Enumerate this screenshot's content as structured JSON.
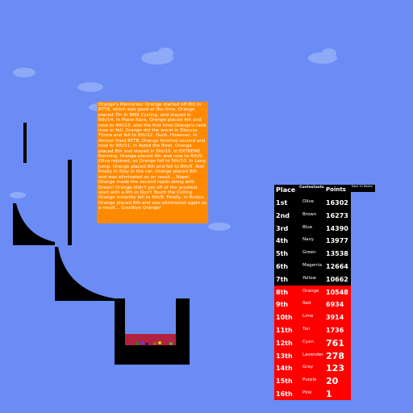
{
  "colors": {
    "sky": "#6a8cf4",
    "memo_bg": "#ff8a00",
    "active_row": "#000000",
    "eliminated_row": "#ff0000",
    "pit_liquid": "#b0223e"
  },
  "memo": {
    "text": "Orange's Memories: Orange started off 8th in RTTB, which was good at the time. Orange placed 7th in BMX Cycling, and stayed in 8th/14. In Plane Race, Orange placed 4th and rose to 4th/13, also the first time Orange's rank rose or fell. Orange did the worst in Discuss Throw and fell to 8th/12. Ouch. However, in Almost Hard RTTB, Orange finished second and rose to 9th/11. In Avoid the Bowl, Orange placed 8th and stayed in 5th/10. In EXTREME Running, Orange placed 4th and rose to 4th/9. Olive rejoined, so Orange fell to 5th/10. In Long Jump, Orange placed 6th and fell to 8th/9. And finally in Stay in the car, Orange placed 8th and was eliminated as an result... Nope! Orange made the second rejoin along with Green! Orange didn't get off at the greatest start with a 6th in Don't Touch the Ceiling. Orange instantly fell to 8th/8. Finally, in Rodeo, Orange placed 6th and was eliminated again as a result... Goodbye Orange!"
  },
  "leaderboard": {
    "headers": {
      "place": "Place",
      "contestants": "Contestants",
      "points": "Points"
    },
    "note": "Next 10 Rodeo",
    "rows": [
      {
        "place": "1st",
        "name": "Olive",
        "points": "16302",
        "eliminated": false
      },
      {
        "place": "2nd",
        "name": "Brown",
        "points": "16273",
        "eliminated": false
      },
      {
        "place": "3rd",
        "name": "Blue",
        "points": "14390",
        "eliminated": false
      },
      {
        "place": "4th",
        "name": "Navy",
        "points": "13977",
        "eliminated": false
      },
      {
        "place": "5th",
        "name": "Green",
        "points": "13538",
        "eliminated": false
      },
      {
        "place": "6th",
        "name": "Magenta",
        "points": "12664",
        "eliminated": false
      },
      {
        "place": "7th",
        "name": "Yellow",
        "points": "10662",
        "eliminated": false
      },
      {
        "place": "8th",
        "name": "Orange",
        "points": "10548",
        "eliminated": true
      },
      {
        "place": "9th",
        "name": "Red",
        "points": "6934",
        "eliminated": true
      },
      {
        "place": "10th",
        "name": "Lime",
        "points": "3914",
        "eliminated": true
      },
      {
        "place": "11th",
        "name": "Tan",
        "points": "1736",
        "eliminated": true
      },
      {
        "place": "12th",
        "name": "Cyan",
        "points": "761",
        "eliminated": true
      },
      {
        "place": "13th",
        "name": "Lavender",
        "points": "278",
        "eliminated": true
      },
      {
        "place": "14th",
        "name": "Gray",
        "points": "123",
        "eliminated": true
      },
      {
        "place": "15th",
        "name": "Purple",
        "points": "20",
        "eliminated": true
      },
      {
        "place": "16th",
        "name": "Pink",
        "points": "1",
        "eliminated": true
      }
    ]
  }
}
